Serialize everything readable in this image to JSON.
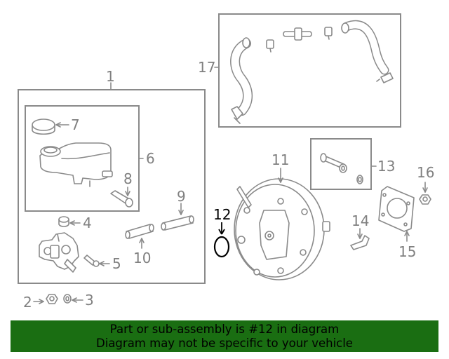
{
  "callouts": {
    "c1": "1",
    "c2": "2",
    "c3": "3",
    "c4": "4",
    "c5": "5",
    "c6": "6",
    "c7": "7",
    "c8": "8",
    "c9": "9",
    "c10": "10",
    "c11": "11",
    "c12": "12",
    "c13": "13",
    "c14": "14",
    "c15": "15",
    "c16": "16",
    "c17": "17"
  },
  "highlighted_part": "12",
  "colors": {
    "banner": "#1a6e12",
    "lines": "#8a8a8a",
    "highlight": "#000000"
  },
  "banner": {
    "line1": "Part or sub-assembly is #12 in diagram",
    "line2": "Diagram may not be specific to your vehicle"
  }
}
